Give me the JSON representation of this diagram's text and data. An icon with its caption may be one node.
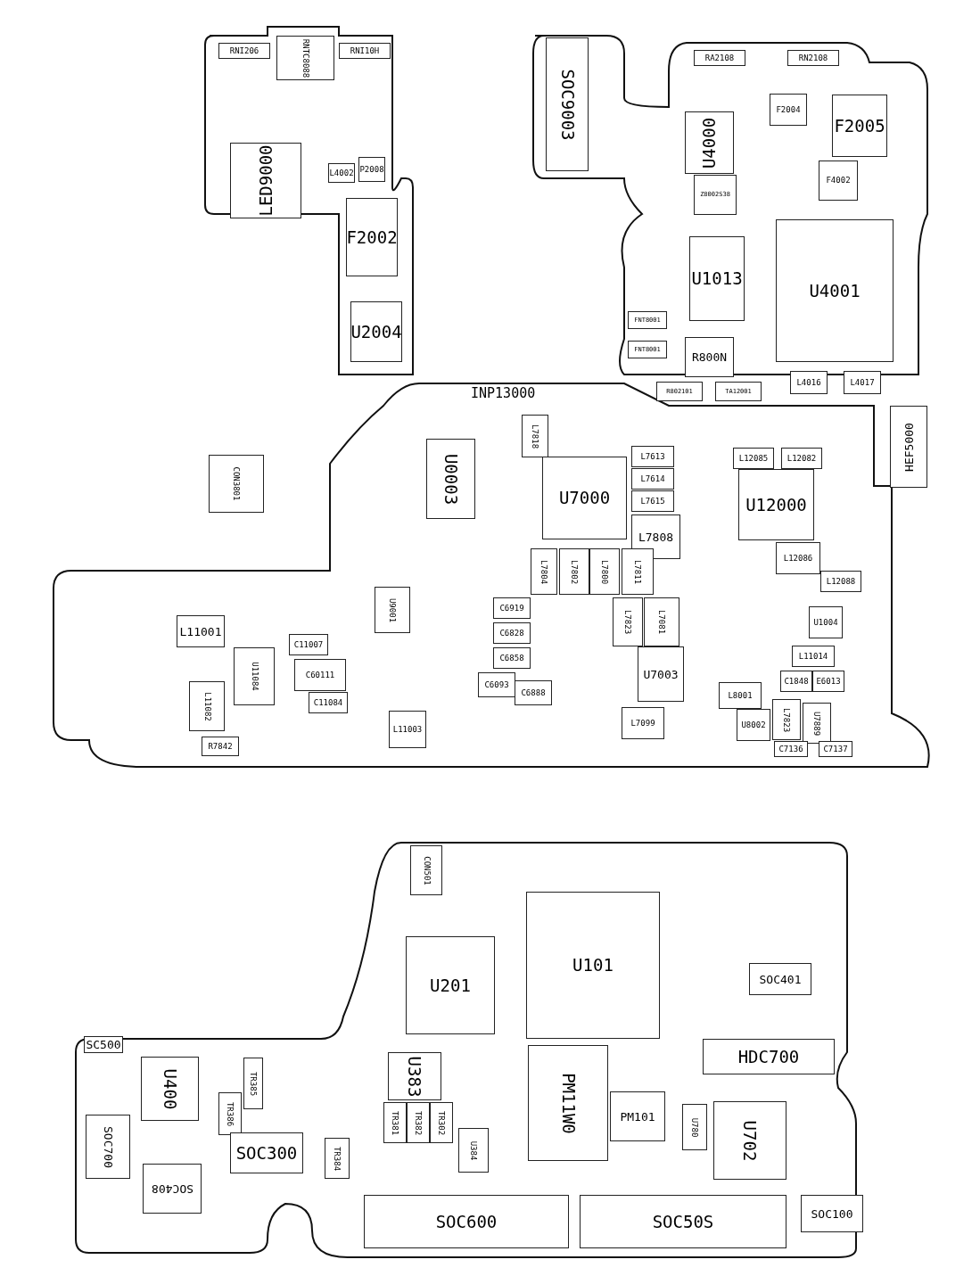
{
  "diagram": {
    "nodes": [
      {
        "text": [
          "RNI206"
        ]
      },
      {
        "text": [
          "RNTC8088"
        ]
      },
      {
        "text": [
          "RNI10H"
        ]
      },
      {
        "text": [
          "LED9000"
        ]
      },
      {
        "text": [
          "L4002"
        ]
      },
      {
        "text": [
          "P2008"
        ]
      },
      {
        "text": [
          "F2002"
        ]
      },
      {
        "text": [
          "U2004"
        ]
      },
      {
        "text": [
          "SOC9003"
        ]
      },
      {
        "text": [
          "RA2108"
        ]
      },
      {
        "text": [
          "RN2108"
        ]
      },
      {
        "text": [
          "U4000"
        ]
      },
      {
        "text": [
          "F2004"
        ]
      },
      {
        "text": [
          "F2005"
        ]
      },
      {
        "text": [
          "F4002"
        ]
      },
      {
        "text": [
          "Z8002S38"
        ]
      },
      {
        "text": [
          "U1013"
        ]
      },
      {
        "text": [
          "U4001"
        ]
      },
      {
        "text": [
          "FNT8001"
        ]
      },
      {
        "text": [
          "FNT8001"
        ]
      },
      {
        "text": [
          "R800N"
        ]
      },
      {
        "text": [
          "R802101"
        ]
      },
      {
        "text": [
          "TA12001"
        ]
      },
      {
        "text": [
          "L4016"
        ]
      },
      {
        "text": [
          "L4017"
        ]
      },
      {
        "text": [
          "HEF5000"
        ]
      },
      {
        "text": [
          "CON3801"
        ]
      },
      {
        "text": [
          "U0003"
        ]
      },
      {
        "text": [
          "L7818"
        ]
      },
      {
        "text": [
          "U7000"
        ]
      },
      {
        "text": [
          "L7613"
        ]
      },
      {
        "text": [
          "L7614"
        ]
      },
      {
        "text": [
          "L7615"
        ]
      },
      {
        "text": [
          "L7808"
        ]
      },
      {
        "text": [
          "L12085"
        ]
      },
      {
        "text": [
          "L12082"
        ]
      },
      {
        "text": [
          "U12000"
        ]
      },
      {
        "text": [
          "L7804"
        ]
      },
      {
        "text": [
          "L7802"
        ]
      },
      {
        "text": [
          "L7800"
        ]
      },
      {
        "text": [
          "L7811"
        ]
      },
      {
        "text": [
          "L12086"
        ]
      },
      {
        "text": [
          "L12088"
        ]
      },
      {
        "text": [
          "L7823"
        ]
      },
      {
        "text": [
          "L7081"
        ]
      },
      {
        "text": [
          "C6919"
        ]
      },
      {
        "text": [
          "C6828"
        ]
      },
      {
        "text": [
          "C6858"
        ]
      },
      {
        "text": [
          "C6093"
        ]
      },
      {
        "text": [
          "C6888"
        ]
      },
      {
        "text": [
          "U7003"
        ]
      },
      {
        "text": [
          "L8001"
        ]
      },
      {
        "text": [
          "U1004"
        ]
      },
      {
        "text": [
          "L11014"
        ]
      },
      {
        "text": [
          "C1848"
        ]
      },
      {
        "text": [
          "E6013"
        ]
      },
      {
        "text": [
          "L7099"
        ]
      },
      {
        "text": [
          "U8002"
        ]
      },
      {
        "text": [
          "L7823"
        ]
      },
      {
        "text": [
          "U7889"
        ]
      },
      {
        "text": [
          "C7136"
        ]
      },
      {
        "text": [
          "C7137"
        ]
      },
      {
        "text": [
          "L11001"
        ]
      },
      {
        "text": [
          "C11007"
        ]
      },
      {
        "text": [
          "C60111"
        ]
      },
      {
        "text": [
          "U11084"
        ]
      },
      {
        "text": [
          "L11082"
        ]
      },
      {
        "text": [
          "R7842"
        ]
      },
      {
        "text": [
          "C11084"
        ]
      },
      {
        "text": [
          "U9001"
        ]
      },
      {
        "text": [
          "L11003"
        ]
      },
      {
        "text": [
          "CON501"
        ]
      },
      {
        "text": [
          "U201"
        ]
      },
      {
        "text": [
          "U101"
        ]
      },
      {
        "text": [
          "PM11W0"
        ]
      },
      {
        "text": [
          "PM101"
        ]
      },
      {
        "text": [
          "U780"
        ]
      },
      {
        "text": [
          "U702"
        ]
      },
      {
        "text": [
          "HDC700"
        ]
      },
      {
        "text": [
          "SOC401"
        ]
      },
      {
        "text": [
          "SC500"
        ]
      },
      {
        "text": [
          "U400"
        ]
      },
      {
        "text": [
          "SOC700"
        ]
      },
      {
        "text": [
          "SOC408"
        ]
      },
      {
        "text": [
          "TR385"
        ]
      },
      {
        "text": [
          "TR386"
        ]
      },
      {
        "text": [
          "SOC300"
        ]
      },
      {
        "text": [
          "U383"
        ]
      },
      {
        "text": [
          "TR381"
        ]
      },
      {
        "text": [
          "TR382"
        ]
      },
      {
        "text": [
          "TR302"
        ]
      },
      {
        "text": [
          "U384"
        ]
      },
      {
        "text": [
          "TR384"
        ]
      },
      {
        "text": [
          "SOC600"
        ]
      },
      {
        "text": [
          "SOC50S"
        ]
      },
      {
        "text": [
          "SOC100"
        ]
      }
    ],
    "labels": [
      "INP13000"
    ]
  }
}
